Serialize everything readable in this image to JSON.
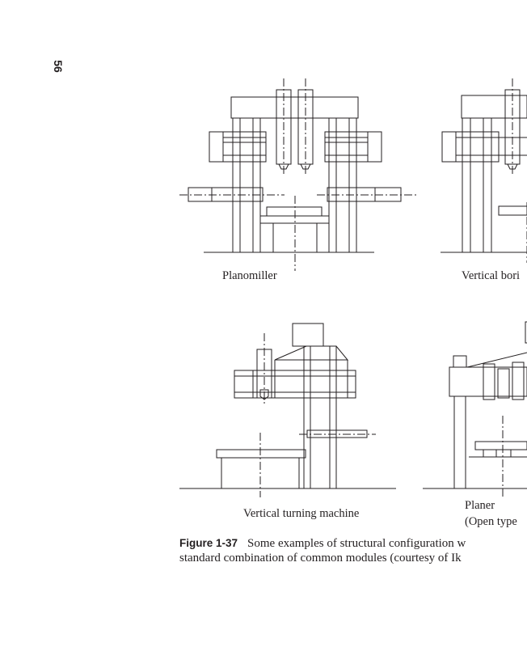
{
  "page_number": "56",
  "figure": {
    "labels": {
      "planomiller": "Planomiller",
      "vertical_boring": "Vertical bori",
      "vertical_turning": "Vertical turning machine",
      "planer": "Planer",
      "planer_sub": "(Open type"
    },
    "caption": {
      "number": "Figure 1-37",
      "line1": "Some examples of structural configuration w",
      "line2": "standard combination of common modules (courtesy of Ik"
    }
  }
}
